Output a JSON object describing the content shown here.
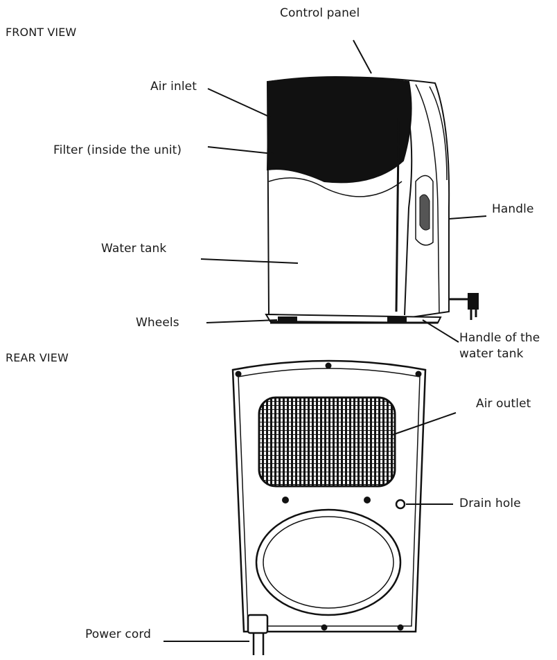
{
  "sections": {
    "front": "FRONT VIEW",
    "rear": "REAR VIEW"
  },
  "front_labels": {
    "control_panel": "Control panel",
    "air_inlet": "Air inlet",
    "filter": "Filter (inside the unit)",
    "water_tank": "Water tank",
    "wheels": "Wheels",
    "handle": "Handle",
    "tank_handle_line1": "Handle of the",
    "tank_handle_line2": "water tank"
  },
  "rear_labels": {
    "air_outlet": "Air outlet",
    "drain_hole": "Drain hole",
    "power_cord": "Power cord"
  }
}
